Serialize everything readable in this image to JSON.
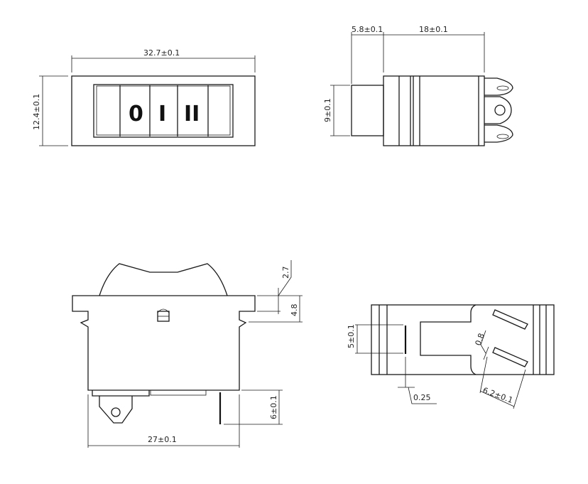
{
  "front_view": {
    "width_dim": "32.7±0.1",
    "height_dim": "12.4±0.1",
    "symbols": [
      "0",
      "I",
      "II"
    ]
  },
  "side_view": {
    "button_dim": "5.8±0.1",
    "body_dim": "18±0.1",
    "height_dim": "9±0.1"
  },
  "bottom_view": {
    "top_dim": "2.7",
    "flange_dim": "4.8",
    "terminal_dim": "6±0.1",
    "width_dim": "27±0.1"
  },
  "rear_view": {
    "slot_dim": "5±0.1",
    "thickness_dim": "0.8",
    "gap_dim": "0.25",
    "spacing_dim": "6.2±0.1"
  }
}
